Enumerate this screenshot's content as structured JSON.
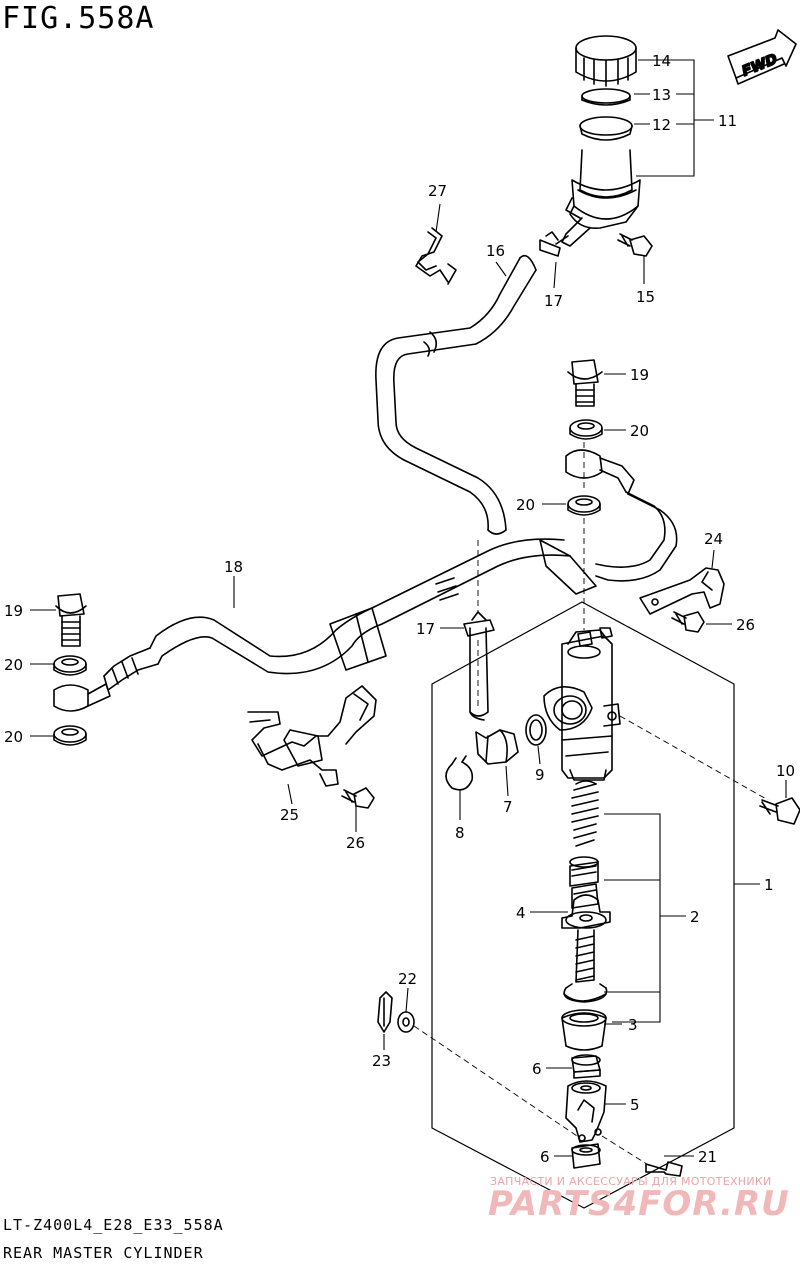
{
  "figure": {
    "title": "FIG.558A",
    "model_code": "LT-Z400L4_E28_E33_558A",
    "assembly_name": "REAR MASTER CYLINDER",
    "fwd_label": "FWD"
  },
  "watermark": {
    "tagline": "ЗАПЧАСТИ И АКСЕССУАРЫ ДЛЯ МОТОТЕХНИКИ",
    "logo": "PARTS4FOR.RU"
  },
  "callouts": [
    {
      "id": "c14",
      "label": "14"
    },
    {
      "id": "c13",
      "label": "13"
    },
    {
      "id": "c12",
      "label": "12"
    },
    {
      "id": "c11",
      "label": "11"
    },
    {
      "id": "c27",
      "label": "27"
    },
    {
      "id": "c16",
      "label": "16"
    },
    {
      "id": "c17a",
      "label": "17"
    },
    {
      "id": "c15",
      "label": "15"
    },
    {
      "id": "c19a",
      "label": "19"
    },
    {
      "id": "c20a",
      "label": "20"
    },
    {
      "id": "c20b",
      "label": "20"
    },
    {
      "id": "c24",
      "label": "24"
    },
    {
      "id": "c26a",
      "label": "26"
    },
    {
      "id": "c18",
      "label": "18"
    },
    {
      "id": "c19b",
      "label": "19"
    },
    {
      "id": "c20c",
      "label": "20"
    },
    {
      "id": "c20d",
      "label": "20"
    },
    {
      "id": "c17b",
      "label": "17"
    },
    {
      "id": "c25",
      "label": "25"
    },
    {
      "id": "c26b",
      "label": "26"
    },
    {
      "id": "c7",
      "label": "7"
    },
    {
      "id": "c8",
      "label": "8"
    },
    {
      "id": "c9",
      "label": "9"
    },
    {
      "id": "c10",
      "label": "10"
    },
    {
      "id": "c1",
      "label": "1"
    },
    {
      "id": "c2",
      "label": "2"
    },
    {
      "id": "c4",
      "label": "4"
    },
    {
      "id": "c3",
      "label": "3"
    },
    {
      "id": "c22",
      "label": "22"
    },
    {
      "id": "c23",
      "label": "23"
    },
    {
      "id": "c6a",
      "label": "6"
    },
    {
      "id": "c5",
      "label": "5"
    },
    {
      "id": "c6b",
      "label": "6"
    },
    {
      "id": "c21",
      "label": "21"
    }
  ]
}
